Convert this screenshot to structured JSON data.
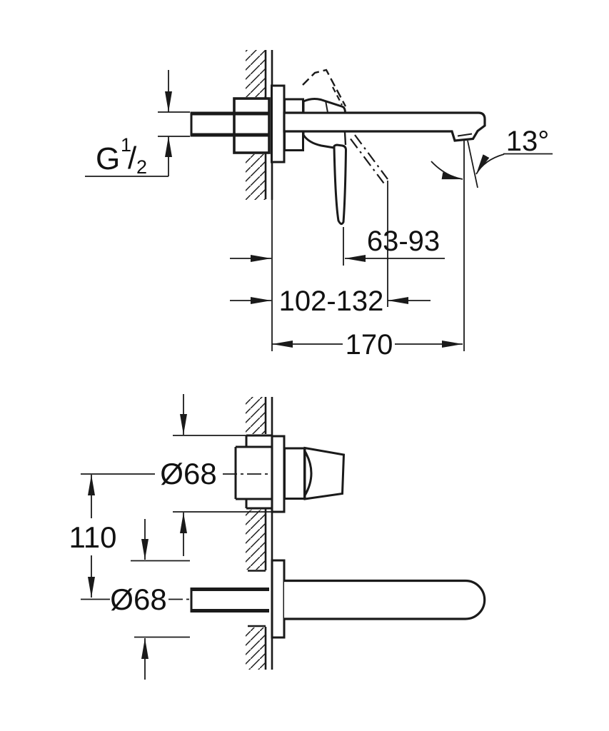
{
  "drawing": {
    "colors": {
      "line": "#1a1a1a",
      "background": "#ffffff"
    },
    "side_view": {
      "thread_label": {
        "prefix": "G",
        "sup": "1",
        "slash": "/",
        "sub": "2"
      },
      "spout_angle": "13°",
      "dim_handle": "63-93",
      "dim_outlet": "102-132",
      "dim_projection": "170"
    },
    "front_view": {
      "dia_handle_plate": "Ø68",
      "dim_axis_distance": "110",
      "dia_spout_plate": "Ø68"
    }
  }
}
